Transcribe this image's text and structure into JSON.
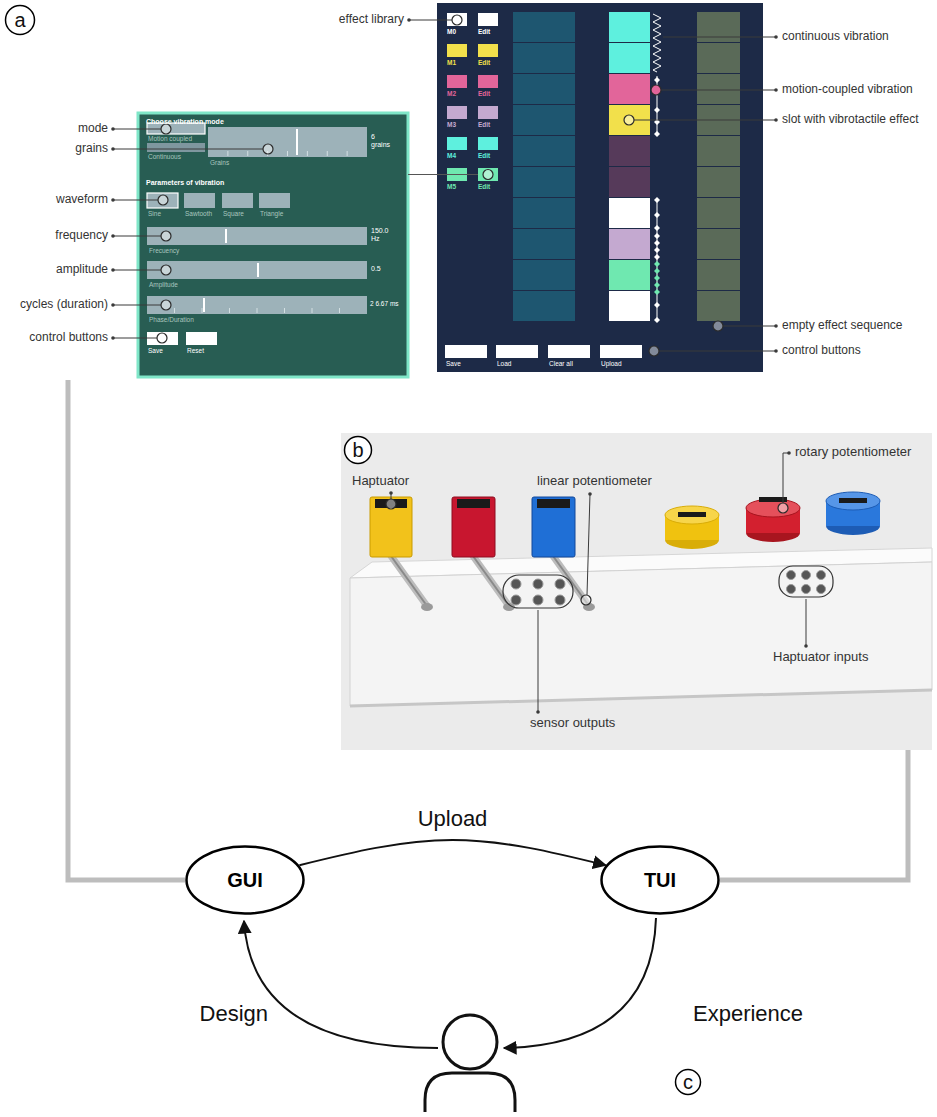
{
  "diagram": {
    "nodes": [
      {
        "text": [
          "a"
        ]
      },
      {
        "text": [
          "Choose vibration mode",
          "Parameters of vibration"
        ]
      },
      {
        "text": [
          "Motion coupled"
        ],
        "in": 1
      },
      {
        "text": [
          "Continuous"
        ],
        "in": 1
      },
      {
        "text": [
          "Grains",
          "6 grains"
        ],
        "in": 1
      },
      {
        "text": [
          "Sine"
        ],
        "in": 1
      },
      {
        "text": [
          "Sawtooth"
        ],
        "in": 1
      },
      {
        "text": [
          "Square"
        ],
        "in": 1
      },
      {
        "text": [
          "Triangle"
        ],
        "in": 1
      },
      {
        "text": [
          "Frecuency",
          "150.0 Hz"
        ],
        "in": 1
      },
      {
        "text": [
          "Amplitude",
          "0.5"
        ],
        "in": 1
      },
      {
        "text": [
          "Phase/Duration",
          "2 6.67 ms"
        ],
        "in": 1
      },
      {
        "text": [
          "Save"
        ],
        "in": 1
      },
      {
        "text": [
          "Reset"
        ],
        "in": 1
      },
      {
        "text": []
      },
      {
        "text": [
          "M0"
        ],
        "in": 14
      },
      {
        "text": [
          "Edit"
        ],
        "in": 14
      },
      {
        "text": [
          "M1"
        ],
        "in": 14
      },
      {
        "text": [
          "Edit"
        ],
        "in": 14
      },
      {
        "text": [
          "M2"
        ],
        "in": 14
      },
      {
        "text": [
          "Edit"
        ],
        "in": 14
      },
      {
        "text": [
          "M3"
        ],
        "in": 14
      },
      {
        "text": [
          "Edit"
        ],
        "in": 14
      },
      {
        "text": [
          "M4"
        ],
        "in": 14
      },
      {
        "text": [
          "Edit"
        ],
        "in": 14
      },
      {
        "text": [
          "M5"
        ],
        "in": 14
      },
      {
        "text": [
          "Edit"
        ],
        "in": 14
      },
      {
        "text": [
          "Save"
        ],
        "in": 14
      },
      {
        "text": [
          "Load"
        ],
        "in": 14
      },
      {
        "text": [
          "Clear all"
        ],
        "in": 14
      },
      {
        "text": [
          "Upload"
        ],
        "in": 14
      },
      {
        "text": [
          "Haptuator",
          "linear potentiometer",
          "rotary potentiometer",
          "sensor outputs",
          "Haptuator inputs"
        ]
      },
      {
        "text": [
          "b"
        ],
        "in": 31
      },
      {
        "text": [
          "GUI"
        ]
      },
      {
        "text": [
          "TUI"
        ]
      },
      {
        "text": [
          "c"
        ]
      }
    ],
    "edges": [
      {
        "from": 26,
        "to": 1,
        "arrow": "none"
      },
      {
        "from": 33,
        "to": 34,
        "label": "Upload",
        "arrow": "to"
      },
      {
        "from": 31,
        "to": 34,
        "arrow": "none"
      }
    ],
    "labels": [
      "effect library",
      "mode",
      "grains",
      "waveform",
      "frequency",
      "amplitude",
      "cycles (duration)",
      "control buttons",
      "continuous vibration",
      "motion-coupled vibration",
      "slot with vibrotactile effect",
      "empty effect sequence",
      "control buttons",
      "Design",
      "Experience"
    ]
  }
}
